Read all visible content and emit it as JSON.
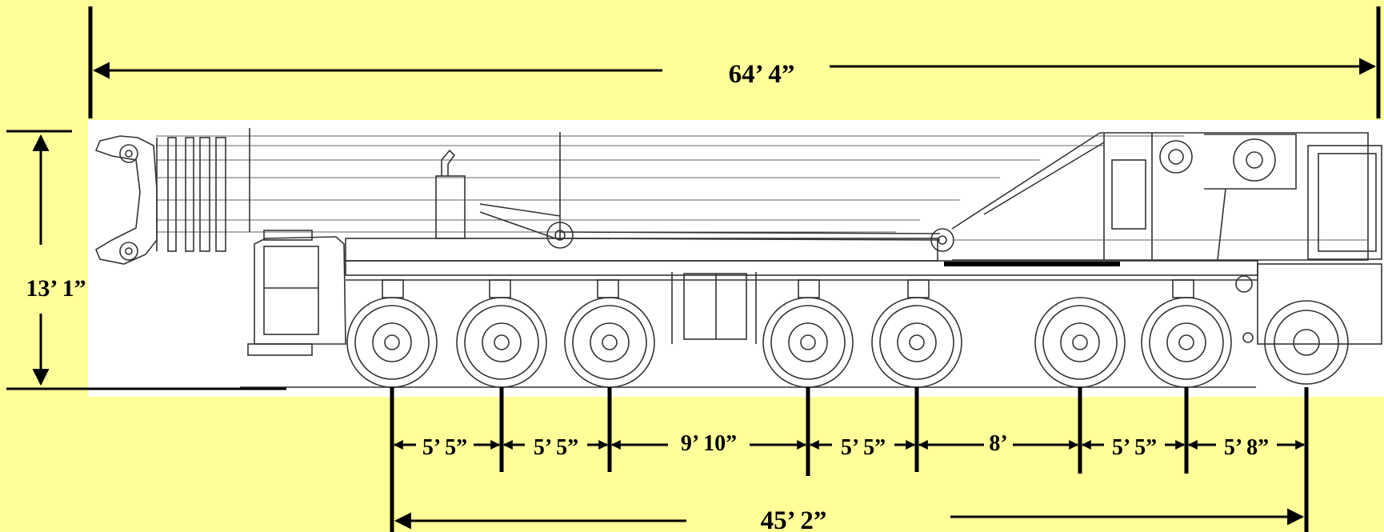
{
  "colors": {
    "background": "#ffff99",
    "drawing_panel": "#ffffff",
    "ink": "#000000"
  },
  "dimensions": {
    "overall_length": "64’ 4”",
    "overall_height": "13’ 1”",
    "wheelbase_total": "45’ 2”",
    "axle_spacings": [
      "5’ 5”",
      "5’ 5”",
      "9’ 10”",
      "5’ 5”",
      "8’",
      "5’ 5”",
      "5’ 8”"
    ]
  }
}
